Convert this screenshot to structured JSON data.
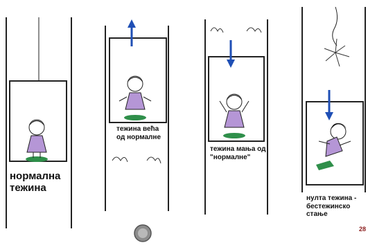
{
  "panels": [
    {
      "caption": "нормална\nтежина",
      "arrow": "none"
    },
    {
      "caption": "тежина већа\nод нормалне",
      "arrow": "up"
    },
    {
      "caption": "тежина мања од\n\"нормалне\"",
      "arrow": "down"
    },
    {
      "caption": "нулта тежина -\nбестежинско\nстање",
      "arrow": "down"
    }
  ],
  "page_number": "28",
  "colors": {
    "arrow": "#1f4fb5",
    "dress": "#b596d6",
    "ground": "#2f8f4a",
    "line": "#222222"
  }
}
